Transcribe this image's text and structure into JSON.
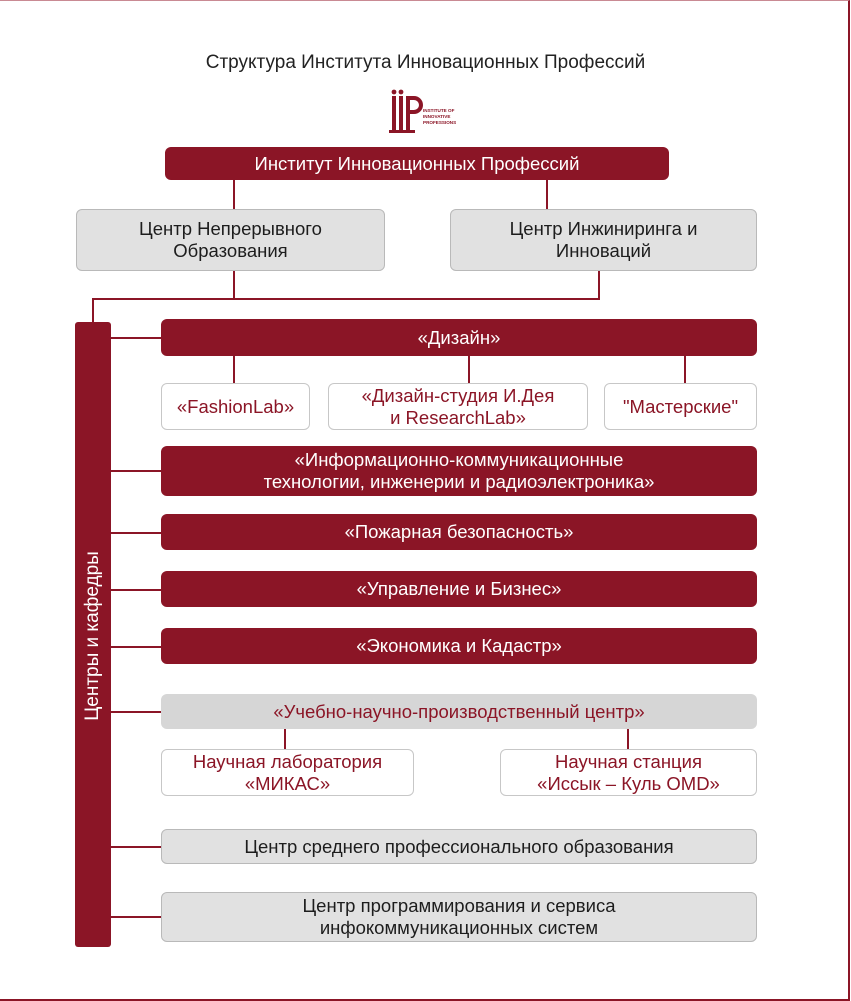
{
  "title": "Структура Института Инновационных Профессий",
  "logo": {
    "name": "iip-logo",
    "glyphs": "IIP",
    "text_lines": [
      "INSTITUTE OF",
      "INNOVATIVE",
      "PROFESSIONS"
    ],
    "color": "#8b1526"
  },
  "colors": {
    "primary": "#8b1526",
    "grey_fill": "#e1e1e1",
    "grey_border": "#b9b9b9"
  },
  "top_node": "Институт Инновационных Профессий",
  "centers": [
    {
      "l1": "Центр  Непрерывного",
      "l2": "Образования"
    },
    {
      "l1": "Центр Инжиниринга и",
      "l2": "Инноваций"
    }
  ],
  "side_label": "Центры и кафедры",
  "design": {
    "label": "«Дизайн»",
    "sub": [
      "«FashionLab»",
      "«Дизайн-студия И.Дея",
      "и ResearchLab»",
      "\"Мастерские\""
    ]
  },
  "departments": {
    "ict_l1": "«Информационно-коммуникационные",
    "ict_l2": "технологии, инженерии и радиоэлектроника»",
    "fire": "«Пожарная безопасность»",
    "mgmt": "«Управление и Бизнес»",
    "econ": "«Экономика и Кадастр»"
  },
  "research_center": {
    "label": "«Учебно-научно-производственный центр»",
    "lab": {
      "l1": "Научная лаборатория",
      "l2": "«МИКАС»"
    },
    "station": {
      "l1": "Научная станция",
      "l2": "«Иссык – Куль OMD»"
    }
  },
  "spo": "Центр среднего  профессионального образования",
  "prog": {
    "l1": "Центр программирования и сервиса",
    "l2": "инфокоммуникационных систем"
  }
}
